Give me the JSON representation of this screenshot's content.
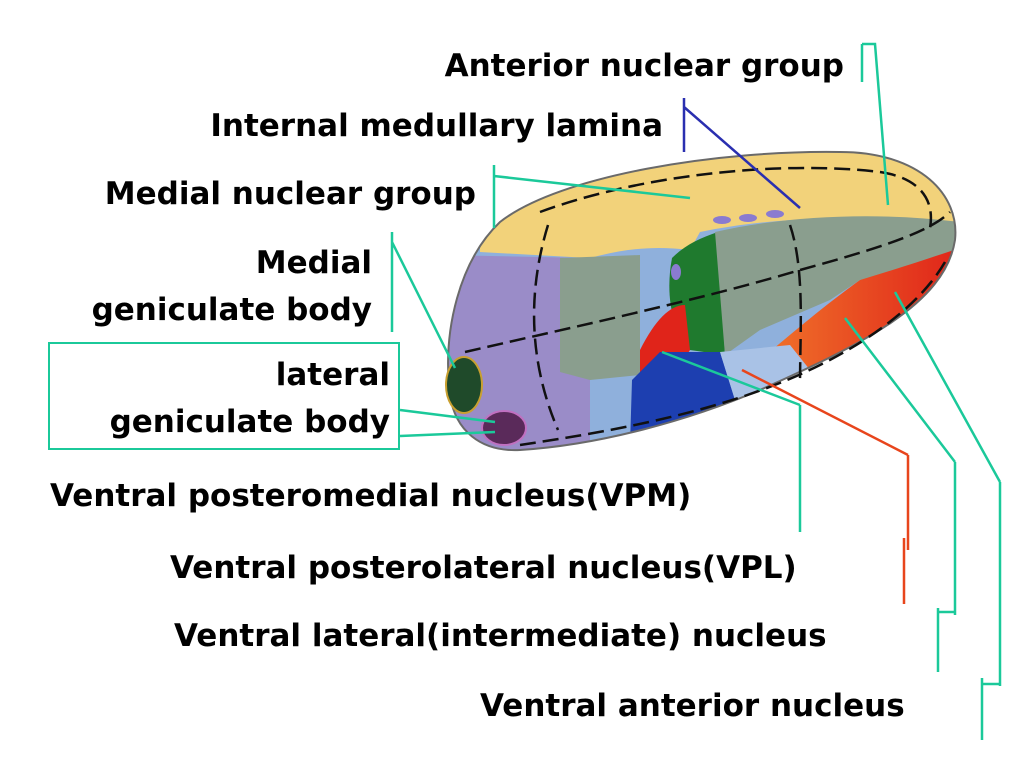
{
  "labels": {
    "anterior_nuclear_group": "Anterior nuclear group",
    "internal_medullary_lamina": "Internal medullary lamina",
    "medial_nuclear_group": "Medial nuclear group",
    "medial_geniculate_line1": "Medial",
    "medial_geniculate_line2": "geniculate body",
    "lateral_geniculate_line1": "lateral",
    "lateral_geniculate_line2": "geniculate body",
    "vpm": "Ventral posteromedial nucleus(VPM)",
    "vpl": "Ventral posterolateral nucleus(VPL)",
    "ventral_lateral": "Ventral lateral(intermediate) nucleus",
    "ventral_anterior": "Ventral anterior nucleus"
  },
  "colors": {
    "leader_line": "#1bc99a",
    "lamina_line": "#2a2fb0",
    "vpl_line": "#e8451c",
    "yellow_region": "#f2d27a",
    "gray_green_region": "#8a9e8e",
    "lavender_region": "#9a8cc8",
    "light_blue_region": "#8fb0dc",
    "dark_blue_region": "#1d3fb0",
    "green_region": "#1f7a2e",
    "red_region": "#e0241a",
    "orange_region": "#f0742a",
    "geniculate_medial": "#1f4a2a",
    "geniculate_lateral": "#5a2a5a"
  }
}
